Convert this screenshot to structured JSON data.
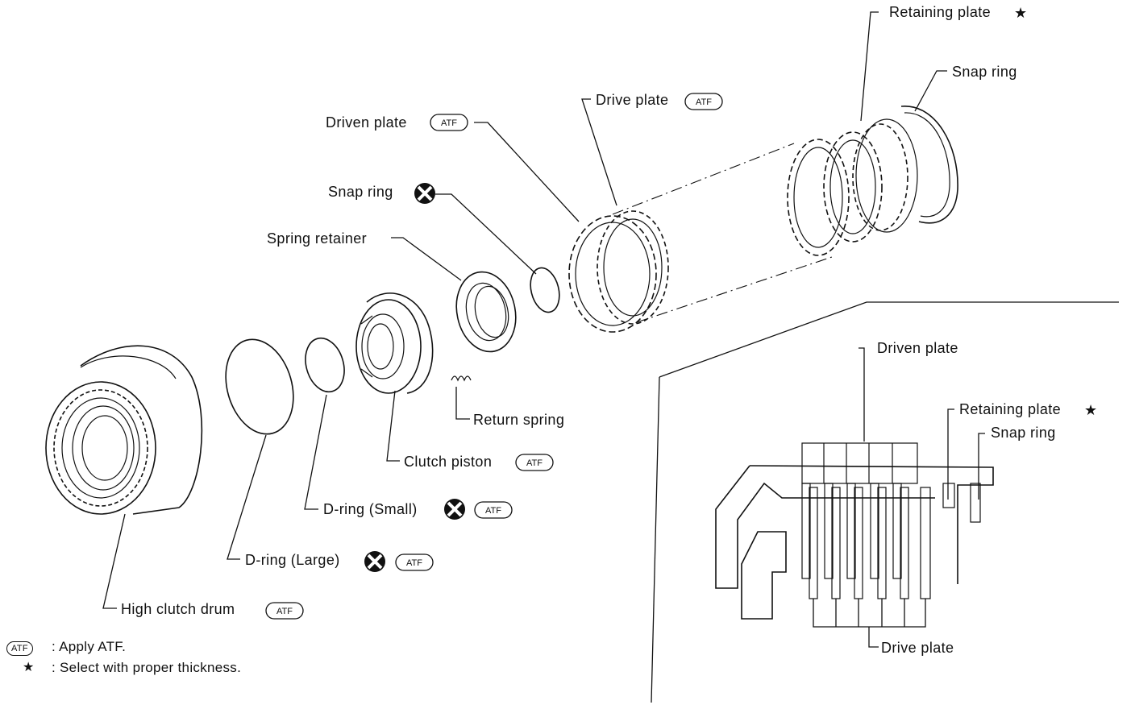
{
  "labels": {
    "retaining_plate_top": "Retaining plate",
    "snap_ring_top": "Snap ring",
    "drive_plate_top": "Drive plate",
    "driven_plate_top": "Driven plate",
    "snap_ring_mid": "Snap ring",
    "spring_retainer": "Spring retainer",
    "return_spring": "Return spring",
    "clutch_piston": "Clutch piston",
    "d_ring_small": "D-ring (Small)",
    "d_ring_large": "D-ring (Large)",
    "high_clutch_drum": "High clutch drum",
    "inset_driven_plate": "Driven plate",
    "inset_retaining_plate": "Retaining plate",
    "inset_snap_ring": "Snap ring",
    "inset_drive_plate": "Drive plate"
  },
  "symbols": {
    "atf": "ATF",
    "star": "★",
    "replace_icon": "replace-x-icon"
  },
  "legend": {
    "atf_desc": ": Apply ATF.",
    "star_desc": ": Select with proper thickness."
  }
}
